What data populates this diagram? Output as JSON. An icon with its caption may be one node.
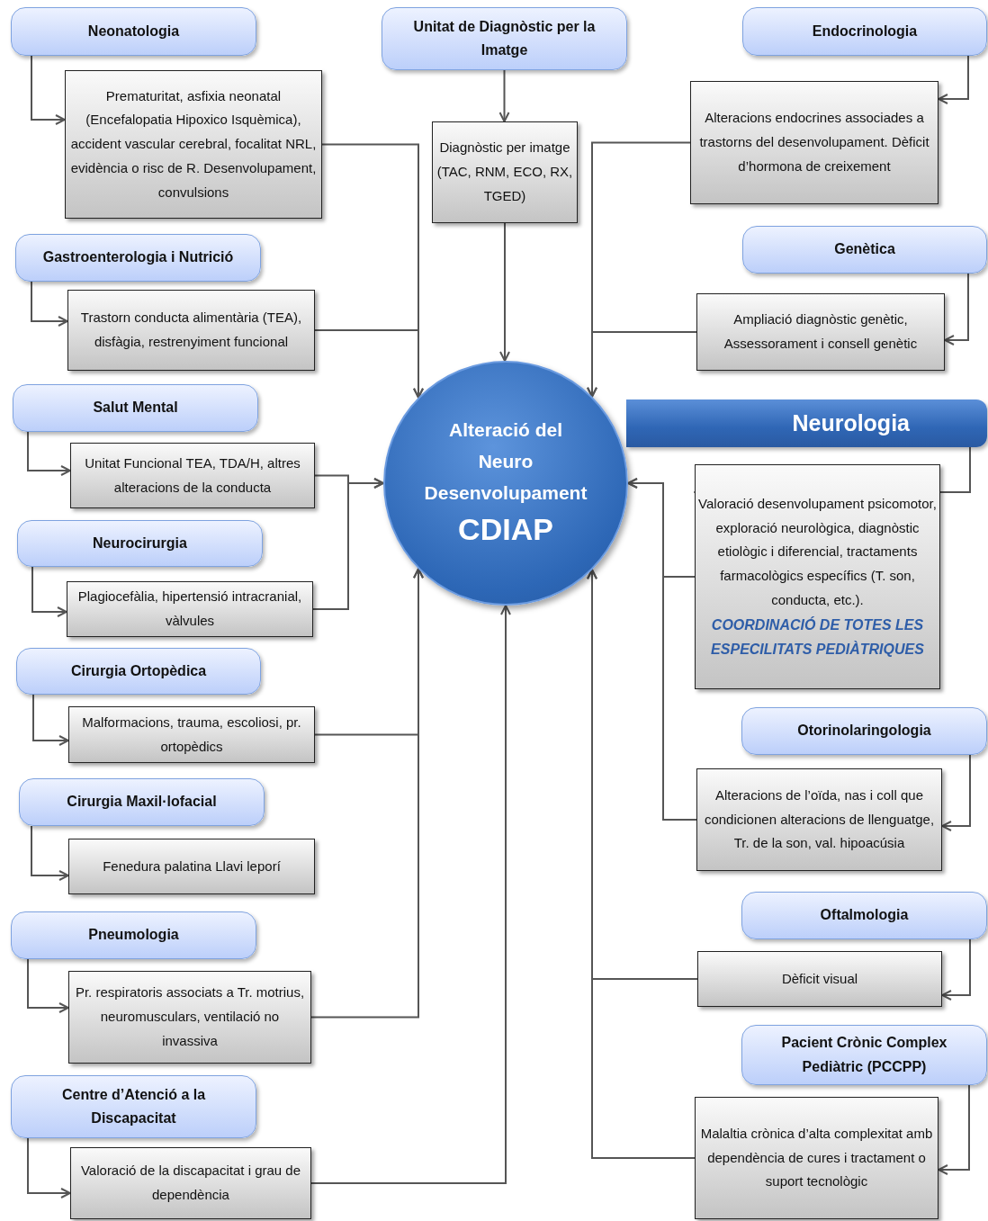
{
  "diagram": {
    "nodes": [
      {
        "text": [
          "Neonatologia"
        ]
      },
      {
        "text": [
          "Prematuritat, asfixia neonatal (Encefalopatia Hipoxico Isquèmica), accident vascular cerebral, focalitat NRL, evidència o risc de R. Desenvolupament, convulsions"
        ]
      },
      {
        "text": [
          "Gastroenterologia i Nutrició"
        ]
      },
      {
        "text": [
          "Trastorn conducta alimentària (TEA), disfàgia, restrenyiment funcional"
        ]
      },
      {
        "text": [
          "Salut Mental"
        ]
      },
      {
        "text": [
          "Unitat Funcional TEA, TDA/H, altres alteracions de la conducta"
        ]
      },
      {
        "text": [
          "Neurocirurgia"
        ]
      },
      {
        "text": [
          "Plagiocefàlia, hipertensió intracranial, vàlvules"
        ]
      },
      {
        "text": [
          "Cirurgia Ortopèdica"
        ]
      },
      {
        "text": [
          "Malformacions, trauma, escoliosi, pr. ortopèdics"
        ]
      },
      {
        "text": [
          "Cirurgia Maxil·lofacial"
        ]
      },
      {
        "text": [
          "Fenedura palatina Llavi leporí"
        ]
      },
      {
        "text": [
          "Pneumologia"
        ]
      },
      {
        "text": [
          "Pr. respiratoris associats a Tr. motrius, neuromusculars, ventilació no invassiva"
        ]
      },
      {
        "text": [
          "Centre d’Atenció a la Discapacitat"
        ]
      },
      {
        "text": [
          "Valoració de la discapacitat i grau de dependència"
        ]
      },
      {
        "text": [
          "Unitat de Diagnòstic per la Imatge"
        ]
      },
      {
        "text": [
          "Diagnòstic per imatge (TAC, RNM, ECO, RX, TGED)"
        ]
      },
      {
        "text": [
          "Alteració del Neuro Desenvolupament",
          "CDIAP"
        ]
      },
      {
        "text": [
          "Endocrinologia"
        ]
      },
      {
        "text": [
          "Alteracions endocrines associades a trastorns del desenvolupament. Dèficit d’hormona de creixement"
        ]
      },
      {
        "text": [
          "Genètica"
        ]
      },
      {
        "text": [
          "Ampliació diagnòstic genètic, Assessorament i consell genètic"
        ]
      },
      {
        "text": [
          "Neurologia"
        ]
      },
      {
        "text": [
          "Valoració desenvolupament psicomotor, exploració neurològica, diagnòstic etiològic i diferencial, tractaments farmacològics específics (T. son, conducta, etc.).",
          "COORDINACIÓ DE TOTES LES ESPECILITATS PEDIÀTRIQUES"
        ]
      },
      {
        "text": [
          "Otorinolaringologia"
        ]
      },
      {
        "text": [
          "Alteracions de l’oïda, nas i coll que condicionen alteracions de llenguatge, Tr. de la son, val. hipoacúsia"
        ]
      },
      {
        "text": [
          "Oftalmologia"
        ]
      },
      {
        "text": [
          "Dèficit visual"
        ]
      },
      {
        "text": [
          "Pacient Crònic Complex Pediàtric (PCCPP)"
        ]
      },
      {
        "text": [
          "Malaltia crònica d’alta complexitat amb dependència de cures i tractament o suport tecnològic"
        ]
      }
    ],
    "edges": [
      {
        "from": 0,
        "to": 1,
        "arrow": "to"
      },
      {
        "from": 2,
        "to": 3,
        "arrow": "to"
      },
      {
        "from": 4,
        "to": 5,
        "arrow": "to"
      },
      {
        "from": 6,
        "to": 7,
        "arrow": "to"
      },
      {
        "from": 8,
        "to": 9,
        "arrow": "to"
      },
      {
        "from": 10,
        "to": 11,
        "arrow": "to"
      },
      {
        "from": 12,
        "to": 13,
        "arrow": "to"
      },
      {
        "from": 14,
        "to": 15,
        "arrow": "to"
      },
      {
        "from": 16,
        "to": 17,
        "arrow": "to"
      },
      {
        "from": 19,
        "to": 20,
        "arrow": "to"
      },
      {
        "from": 21,
        "to": 22,
        "arrow": "to"
      },
      {
        "from": 23,
        "to": 24,
        "arrow": "to"
      },
      {
        "from": 25,
        "to": 26,
        "arrow": "to"
      },
      {
        "from": 27,
        "to": 28,
        "arrow": "to"
      },
      {
        "from": 29,
        "to": 30,
        "arrow": "to"
      },
      {
        "from": 1,
        "to": 18,
        "arrow": "to"
      },
      {
        "from": 3,
        "to": 18,
        "arrow": "to"
      },
      {
        "from": 5,
        "to": 18,
        "arrow": "to"
      },
      {
        "from": 7,
        "to": 18,
        "arrow": "to"
      },
      {
        "from": 9,
        "to": 18,
        "arrow": "to"
      },
      {
        "from": 13,
        "to": 18,
        "arrow": "to"
      },
      {
        "from": 15,
        "to": 18,
        "arrow": "to"
      },
      {
        "from": 17,
        "to": 18,
        "arrow": "to"
      },
      {
        "from": 20,
        "to": 18,
        "arrow": "to"
      },
      {
        "from": 22,
        "to": 18,
        "arrow": "to"
      },
      {
        "from": 24,
        "to": 18,
        "arrow": "to"
      },
      {
        "from": 26,
        "to": 18,
        "arrow": "to"
      },
      {
        "from": 28,
        "to": 18,
        "arrow": "to"
      },
      {
        "from": 30,
        "to": 18,
        "arrow": "to"
      }
    ]
  }
}
